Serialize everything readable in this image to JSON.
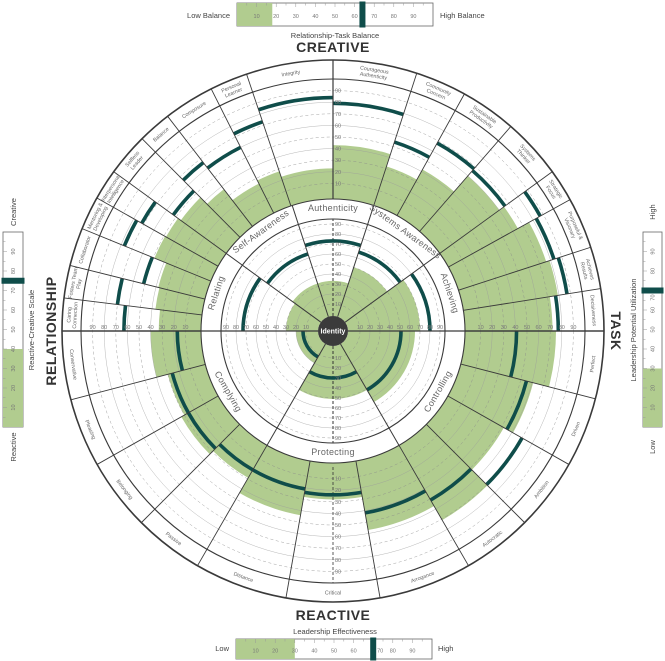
{
  "headings": {
    "top": "CREATIVE",
    "bottom": "REACTIVE",
    "left": "RELATIONSHIP",
    "right": "TASK"
  },
  "center_label": "Identity",
  "tick_labels": [
    "10",
    "20",
    "30",
    "40",
    "50",
    "60",
    "70",
    "80",
    "90"
  ],
  "scales": {
    "top": {
      "title": "Relationship-Task Balance",
      "low": "Low Balance",
      "high": "High Balance",
      "fill": 18,
      "marker": 64
    },
    "bottom": {
      "title": "Leadership Effectiveness",
      "low": "Low",
      "high": "High",
      "fill": 30,
      "marker": 70
    },
    "left": {
      "title": "Reactive-Creative Scale",
      "low": "Reactive",
      "high": "Creative",
      "fill": 40,
      "marker": 75
    },
    "right": {
      "title": "Leadership Potential Utilization",
      "low": "Low",
      "high": "High",
      "fill": 30,
      "marker": 70
    }
  },
  "dimensions": [
    {
      "name": "Authenticity",
      "fill": 33,
      "score": 73
    },
    {
      "name": "Systems Awareness",
      "fill": 50,
      "score": 66
    },
    {
      "name": "Achieving",
      "fill": 70,
      "score": 80
    },
    {
      "name": "Controlling",
      "fill": 65,
      "score": 51
    },
    {
      "name": "Protecting",
      "fill": 51,
      "score": 30
    },
    {
      "name": "Complying",
      "fill": 20,
      "score": 13
    },
    {
      "name": "Relating",
      "fill": 30,
      "score": 73
    },
    {
      "name": "Self-Awareness",
      "fill": 33,
      "score": 64
    }
  ],
  "competencies": [
    {
      "name": "Courageous Authenticity",
      "fill": 43,
      "score": 79
    },
    {
      "name": "Community Concern",
      "fill": 32,
      "score": 54
    },
    {
      "name": "Sustainable Productivity",
      "fill": 42,
      "score": 68
    },
    {
      "name": "Systems Thinker",
      "fill": 60,
      "score": 66
    },
    {
      "name": "Strategic Focus",
      "fill": 65,
      "score": 87
    },
    {
      "name": "Purposeful & Visionary",
      "fill": 76,
      "score": 83
    },
    {
      "name": "Achieves Results",
      "fill": 79,
      "score": 87
    },
    {
      "name": "Decisiveness",
      "fill": 72,
      "score": 77
    },
    {
      "name": "Perfect",
      "fill": 75,
      "score": 41
    },
    {
      "name": "Driven",
      "fill": 61,
      "score": 55
    },
    {
      "name": "Ambition",
      "fill": 52,
      "score": 70
    },
    {
      "name": "Autocratic",
      "fill": 71,
      "score": 51
    },
    {
      "name": "Arrogance",
      "fill": 57,
      "score": 42
    },
    {
      "name": "Critical",
      "fill": 28,
      "score": 24
    },
    {
      "name": "Distance",
      "fill": 44,
      "score": 21
    },
    {
      "name": "Passive",
      "fill": 29,
      "score": 21
    },
    {
      "name": "Belonging",
      "fill": 33,
      "score": 26
    },
    {
      "name": "Pleasing",
      "fill": 30,
      "score": 26
    },
    {
      "name": "Conservative",
      "fill": 40,
      "score": 17
    },
    {
      "name": "Caring Connection",
      "fill": 33,
      "score": 63
    },
    {
      "name": "Fosters Team Play",
      "fill": 37,
      "score": 70
    },
    {
      "name": "Collaborator",
      "fill": 38,
      "score": 51
    },
    {
      "name": "Mentoring & Developing",
      "fill": 49,
      "score": 77
    },
    {
      "name": "Interpersonal Intelligence",
      "fill": 48,
      "score": 72
    },
    {
      "name": "Selfless Leader",
      "fill": 45,
      "score": 53
    },
    {
      "name": "Balance",
      "fill": 37,
      "score": 66
    },
    {
      "name": "Composure",
      "fill": 25,
      "score": 60
    },
    {
      "name": "Personal Learner",
      "fill": 28,
      "score": 73
    },
    {
      "name": "Integrity",
      "fill": 23,
      "score": 84
    }
  ],
  "colors": {
    "fill": "#b1cc8f",
    "marker": "#0f4d4a",
    "line": "#3a3a3a",
    "identity": "#3b3b3b"
  }
}
